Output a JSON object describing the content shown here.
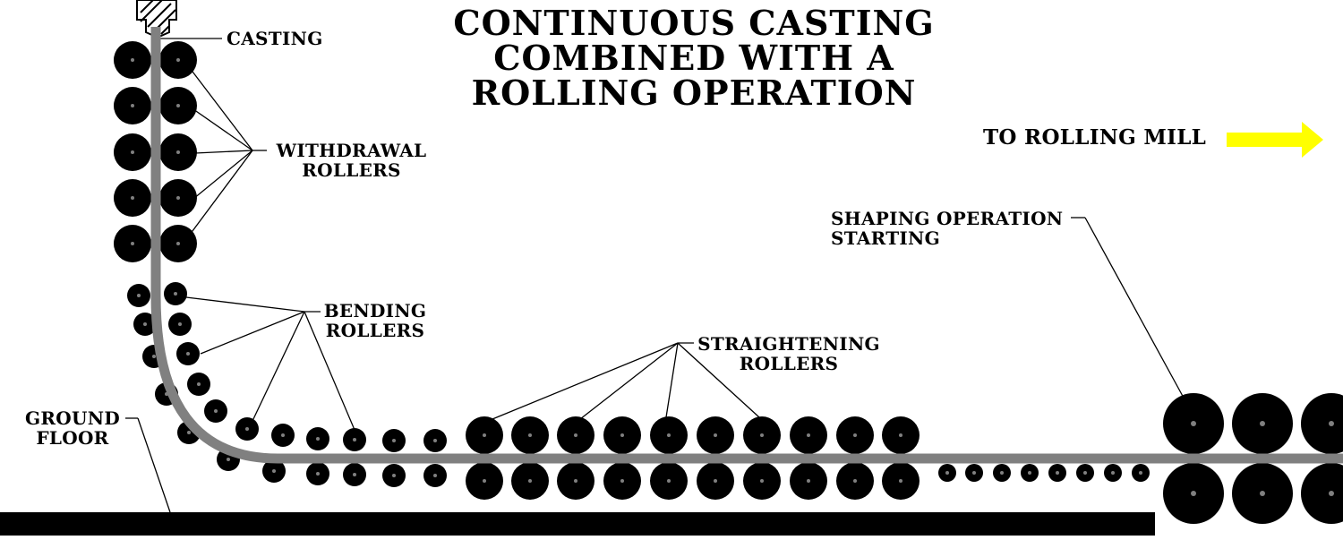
{
  "title": {
    "line1": "CONTINUOUS CASTING",
    "line2": "COMBINED WITH A",
    "line3": "ROLLING OPERATION"
  },
  "labels": {
    "casting": "CASTING",
    "withdrawal_line1": "WITHDRAWAL",
    "withdrawal_line2": "ROLLERS",
    "bending_line1": "BENDING",
    "bending_line2": "ROLLERS",
    "straightening_line1": "STRAIGHTENING",
    "straightening_line2": "ROLLERS",
    "ground_line1": "GROUND",
    "ground_line2": "FLOOR",
    "shaping_line1": "SHAPING OPERATION",
    "shaping_line2": "STARTING",
    "to_rolling_mill": "TO ROLLING MILL"
  },
  "colors": {
    "strand": "#808080",
    "roller": "#000000",
    "roller_center": "#808080",
    "arrow": "#ffff00",
    "floor": "#000000"
  }
}
